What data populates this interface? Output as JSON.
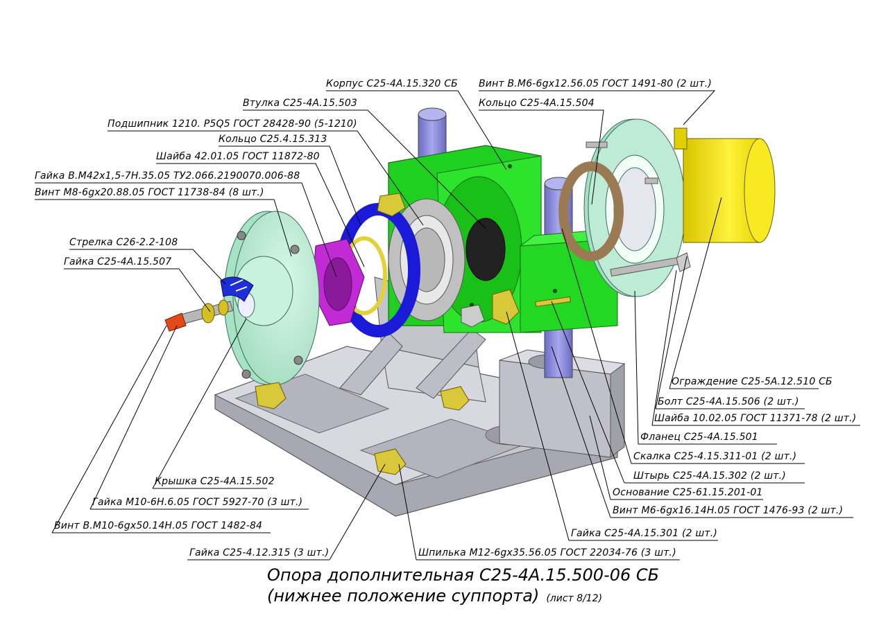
{
  "labels": {
    "korpus": "Корпус С25-4А.15.320 СБ",
    "vint_m6_12": "Винт В.М6-6gх12.56.05 ГОСТ 1491-80 (2 шт.)",
    "vtulka": "Втулка С25-4А.15.503",
    "koltso_504": "Кольцо С25-4А.15.504",
    "podshipnik": "Подшипник 1210. Р5Q5 ГОСТ 28428-90 (5-1210)",
    "koltso_313": "Кольцо С25.4.15.313",
    "shaiba_42": "Шайба 42.01.05 ГОСТ 11872-80",
    "gaika_m42": "Гайка В.М42х1,5-7Н.35.05 ТУ2.066.2190070.006-88",
    "vint_m8": "Винт М8-6gх20.88.05 ГОСТ 11738-84 (8 шт.)",
    "strelka": "Стрелка С26-2.2-108",
    "gaika_507": "Гайка С25-4А.15.507",
    "ograzhdenie": "Ограждение С25-5А.12.510 СБ",
    "bolt": "Болт С25-4А.15.506 (2 шт.)",
    "shaiba_10": "Шайба 10.02.05 ГОСТ 11371-78 (2 шт.)",
    "flanets": "Фланец С25-4А.15.501",
    "skalka": "Скалка С25-4.15.311-01 (2 шт.)",
    "shtyr": "Штырь С25-4А.15.302 (2 шт.)",
    "osnovanie": "Основание С25-61.15.201-01",
    "vint_m6_16": "Винт М6-6gх16.14Н.05 ГОСТ 1476-93 (2 шт.)",
    "kryshka": "Крышка С25-4А.15.502",
    "gaika_m10": "Гайка М10-6Н.6.05 ГОСТ 5927-70 (3 шт.)",
    "vint_m10": "Винт В.М10-6gх50.14Н.05 ГОСТ 1482-84",
    "gaika_301": "Гайка С25-4А.15.301 (2 шт.)",
    "gaika_315": "Гайка С25-4.12.315 (3 шт.)",
    "shpilka": "Шпилька М12-6gх35.56.05 ГОСТ 22034-76 (3 шт.)"
  },
  "title": {
    "line1": "Опора дополнительная С25-4А.15.500-06 СБ",
    "line2": "(нижнее положение суппорта)",
    "sheet": "(лист 8/12)"
  },
  "colors": {
    "housing": "#22dd22",
    "base": "#c9c9d2",
    "cover": "#b8eed2",
    "guard": "#f0e000",
    "shaft": "#8e8ede",
    "nut_purple": "#c22ad6",
    "ring_blue": "#1a1ad8",
    "washer_yellow": "#e2d23a",
    "ring_brown": "#9a7a52",
    "bearing": "#c8c8c8"
  }
}
